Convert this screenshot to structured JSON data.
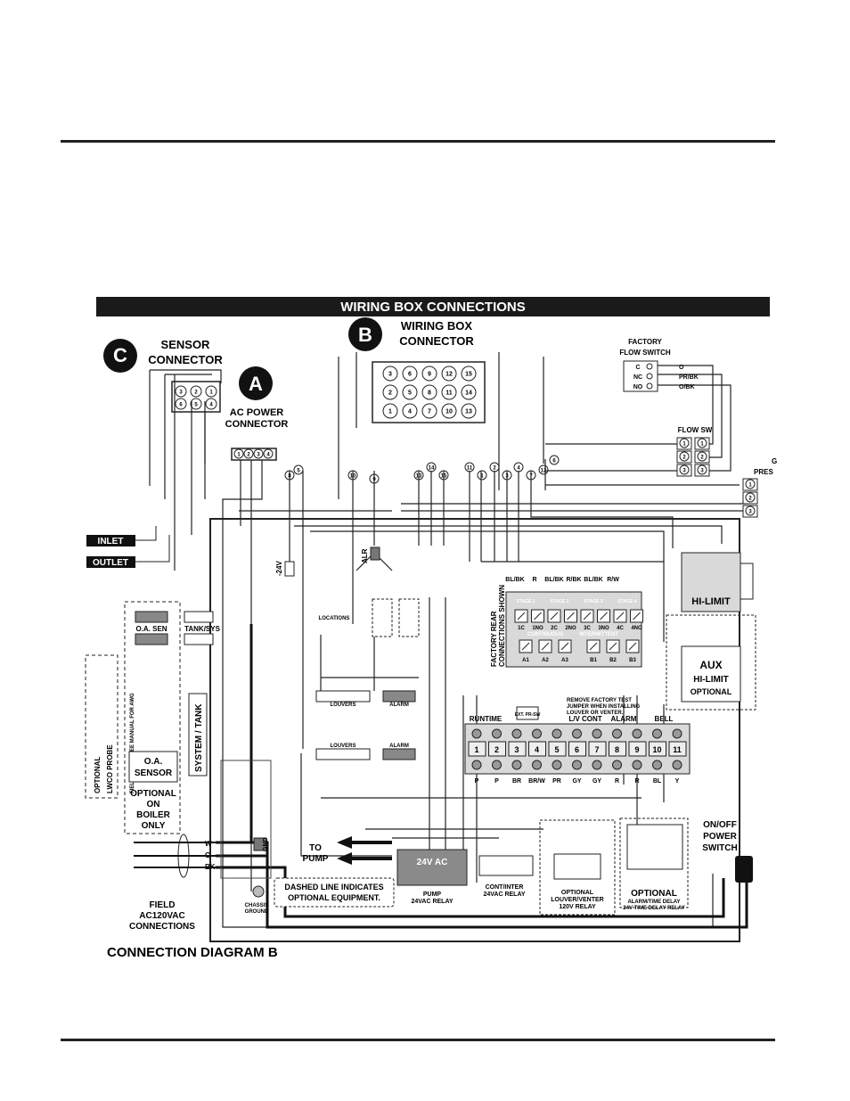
{
  "banner": {
    "title": "WIRING BOX CONNECTIONS"
  },
  "caption": "CONNECTION DIAGRAM B",
  "connectors": {
    "a": {
      "letter": "A",
      "line1": "AC POWER",
      "line2": "CONNECTOR"
    },
    "b": {
      "letter": "B",
      "line1": "WIRING BOX",
      "line2": "CONNECTOR"
    },
    "c": {
      "letter": "C",
      "line1": "SENSOR",
      "line2": "CONNECTOR"
    }
  },
  "wiring_box_pins": {
    "row1": [
      "3",
      "6",
      "9",
      "12",
      "15"
    ],
    "row2": [
      "2",
      "5",
      "8",
      "11",
      "14"
    ],
    "row3": [
      "1",
      "4",
      "7",
      "10",
      "13"
    ]
  },
  "sensor_pins": {
    "row1": [
      "3",
      "2",
      "1"
    ],
    "row2": [
      "6",
      "5",
      "4"
    ]
  },
  "ac_pins": [
    "1",
    "2",
    "3",
    "4"
  ],
  "flow_switch": {
    "title1": "FACTORY",
    "title2": "FLOW SWITCH",
    "terms": [
      "C",
      "NC",
      "NO"
    ],
    "wires": [
      "O",
      "PR/BK",
      "O/BK"
    ],
    "flow_sw_label": "FLOW SW",
    "flow_sw_pins": [
      "1",
      "2",
      "3"
    ],
    "gas_label_1": "G",
    "gas_label_2": "PRES"
  },
  "labels": {
    "inlet": "INLET",
    "outlet": "OUTLET",
    "lwco_line1": "OPTIONAL",
    "lwco_line2": "LWCO PROBE",
    "oa_sen": "O.A. SEN",
    "tank_sys": "TANK/SYS",
    "system_tank": "SYSTEM / TANK",
    "field_wiring": "FIELD WIRING SEE MANUAL FOR AWG",
    "oa_sensor_1": "O.A.",
    "oa_sensor_2": "SENSOR",
    "optional_boiler": [
      "OPTIONAL",
      "ON",
      "BOILER",
      "ONLY"
    ],
    "locations": "LOCATIONS",
    "louvers": "LOUVERS",
    "alarm": "ALARM",
    "factory_rear": [
      "FACTORY REAR",
      "CONNECTIONS SHOWN"
    ],
    "continuous": "CONTINUOUS",
    "intermittent": "INTERMITTENT",
    "remove_jumper": [
      "REMOVE FACTORY TEST",
      "JUMPER WHEN INSTALLING",
      "LOUVER OR VENTER."
    ],
    "ext_prsw": "EXT. PR-SW",
    "hi_limit": "HI-LIMIT",
    "aux_hi_limit": [
      "AUX",
      "HI-LIMIT",
      "OPTIONAL"
    ],
    "to_pump": [
      "TO",
      "PUMP"
    ],
    "pump_relay": [
      "PUMP",
      "24VAC RELAY"
    ],
    "cont_inter_relay": [
      "CONT/INTER",
      "24VAC RELAY"
    ],
    "louver_relay": [
      "OPTIONAL",
      "LOUVER/VENTER",
      "120V RELAY"
    ],
    "alarm_relay": [
      "OPTIONAL",
      "ALARM/TIME DELAY",
      "24V TIME DELAY RELAY"
    ],
    "on_off": [
      "ON/OFF",
      "POWER",
      "SWITCH"
    ],
    "field_ac": [
      "FIELD",
      "AC120VAC",
      "CONNECTIONS"
    ],
    "chassis_ground": [
      "CHASSIS",
      "GROUND"
    ],
    "dashed_note": [
      "DASHED LINE INDICATES",
      "OPTIONAL EQUIPMENT."
    ],
    "v24ac": "24V AC",
    "gnd": "GND",
    "alr": "ALR",
    "minus24v": "-24V"
  },
  "stage_board": {
    "stages": [
      "STAGE 1",
      "STAGE 2",
      "STAGE 3",
      "STAGE 4"
    ],
    "terminals": [
      "1C",
      "1NO",
      "2C",
      "2NO",
      "3C",
      "3NO",
      "4C",
      "4NO"
    ],
    "lower": [
      "A1",
      "A2",
      "A3",
      "B1",
      "B2",
      "B3"
    ],
    "top_wires": [
      "BL/BK",
      "R",
      "BL/BK",
      "R/BK",
      "BL/BK",
      "R/W"
    ]
  },
  "terminal_strip": {
    "groups": [
      "RUNTIME",
      "L/V CONT",
      "ALARM",
      "BELL"
    ],
    "numbers": [
      "1",
      "2",
      "3",
      "4",
      "5",
      "6",
      "7",
      "8",
      "9",
      "10",
      "11"
    ],
    "bottom_wires": [
      "P",
      "P",
      "BR",
      "BR/W",
      "PR",
      "GY",
      "GY",
      "R",
      "R",
      "BL",
      "Y"
    ]
  },
  "pin_callouts": [
    "8",
    "5",
    "10",
    "9",
    "13",
    "14",
    "15",
    "11",
    "1",
    "2",
    "3",
    "4",
    "7",
    "12",
    "6"
  ],
  "field_wires": [
    "W",
    "G",
    "BK"
  ]
}
